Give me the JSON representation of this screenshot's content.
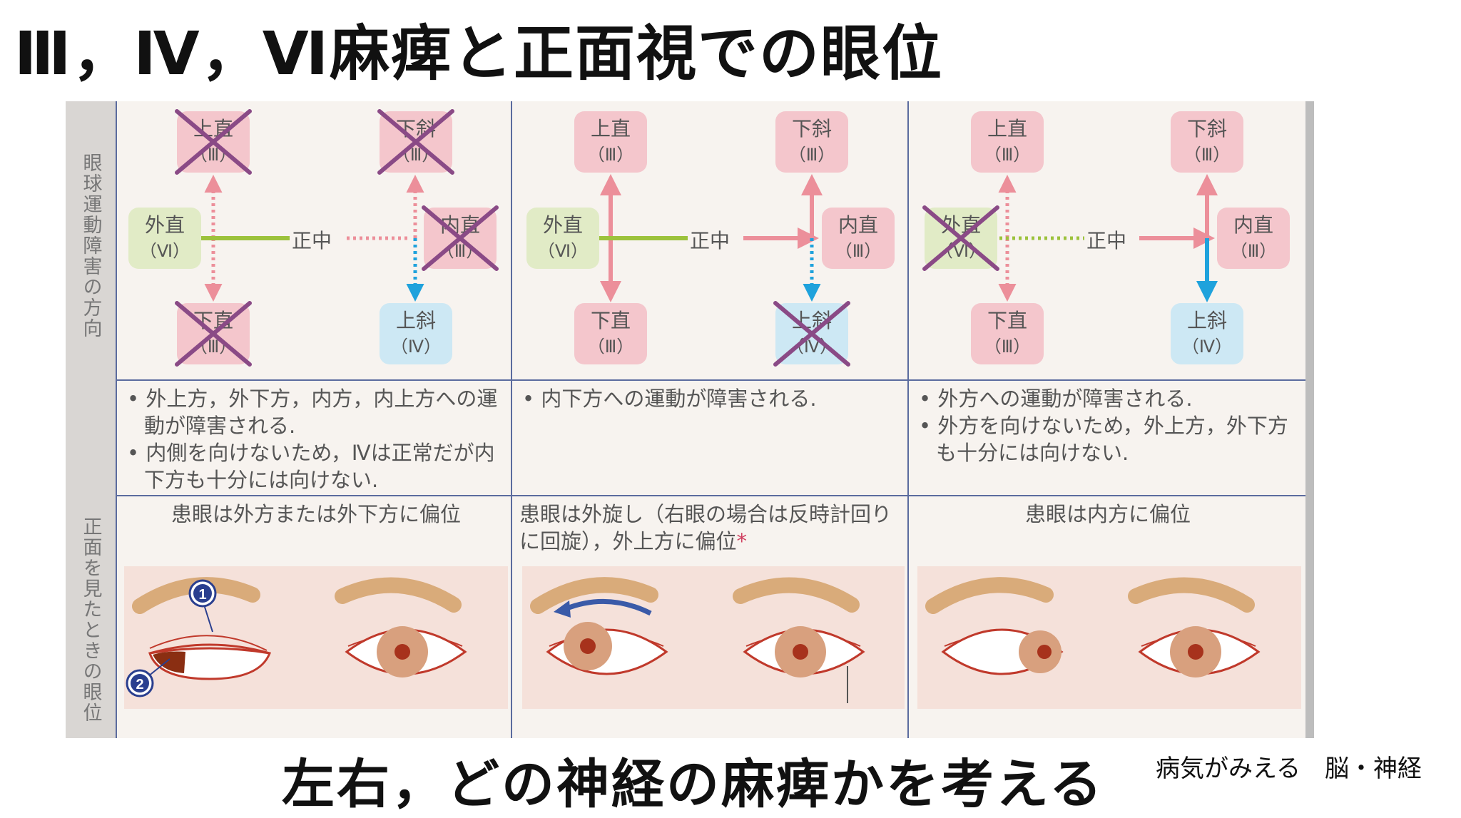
{
  "title": "Ⅲ，Ⅳ，Ⅵ麻痺と正面視での眼位",
  "side_labels": {
    "top": "眼球運動障害の方向",
    "bottom": "正面を見たときの眼位"
  },
  "muscles": {
    "sr": "上直",
    "io": "下斜",
    "lr": "外直",
    "mr": "内直",
    "ir": "下直",
    "so": "上斜",
    "n3": "（Ⅲ）",
    "n4": "（Ⅳ）",
    "n6": "（Ⅵ）"
  },
  "center": "正中",
  "panels": [
    {
      "notes": [
        "外上方，外下方，内方，内上方への運動が障害される.",
        "内側を向けないため，Ⅳは正常だが内下方も十分には向けない."
      ],
      "caption": "患眼は外方または外下方に偏位",
      "caption_mark": "",
      "markers": [
        "1",
        "2"
      ]
    },
    {
      "notes": [
        "内下方への運動が障害される."
      ],
      "caption": "患眼は外旋し（右眼の場合は反時計回りに回旋），外上方に偏位",
      "caption_mark": "*"
    },
    {
      "notes": [
        "外方への運動が障害される.",
        "外方を向けないため，外上方，外下方も十分には向けない."
      ],
      "caption": "患眼は内方に偏位",
      "caption_mark": ""
    }
  ],
  "bottom_text": "左右，どの神経の麻痺かを考える",
  "source": "病気がみえる　脳・神経",
  "colors": {
    "pink": "#f4c6cc",
    "green": "#e1ebc6",
    "blue": "#cde8f4",
    "cross": "#8a4a86",
    "line": "#5b6b9e"
  }
}
